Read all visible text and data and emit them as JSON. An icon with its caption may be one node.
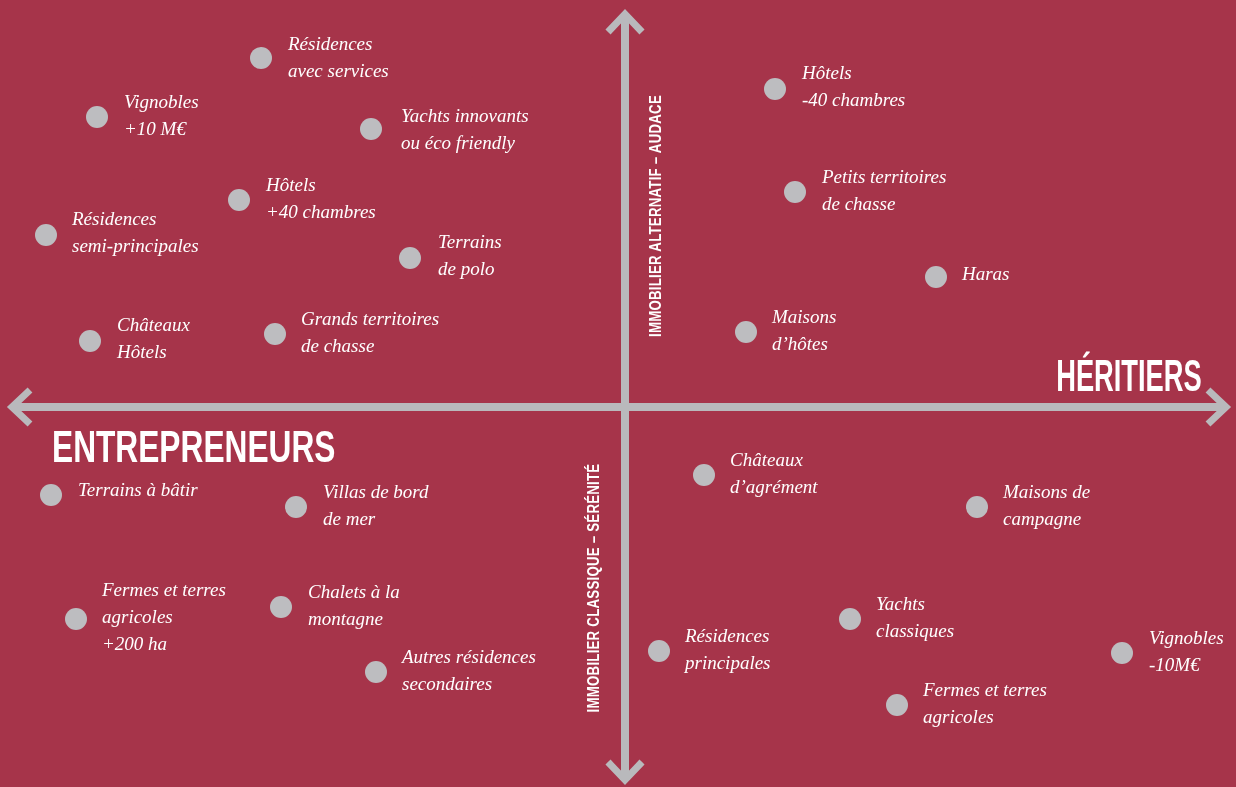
{
  "diagram": {
    "labels": [
      "Résidences avec services",
      "Vignobles +10 M€",
      "Yachts innovants ou éco friendly",
      "Hôtels +40 chambres",
      "Résidences semi-principales",
      "Terrains de polo",
      "Châteaux Hôtels",
      "Grands territoires de chasse",
      "IMMOBILIER ALTERNATIF – AUDACE",
      "Hôtels -40 chambres",
      "Petits territoires de chasse",
      "Haras",
      "Maisons d’hôtes",
      "HÉRITIERS",
      "ENTREPRENEURS",
      "IMMOBILIER CLASSIQUE – SÉRÉNITÉ",
      "Terrains à bâtir",
      "Villas de bord de mer",
      "Fermes et terres agricoles +200 ha",
      "Chalets à la montagne",
      "Autres résidences secondaires",
      "Châteaux d’agrément",
      "Maisons de campagne",
      "Yachts classiques",
      "Résidences principales",
      "Vignobles -10M€",
      "Fermes et terres agricoles"
    ]
  }
}
